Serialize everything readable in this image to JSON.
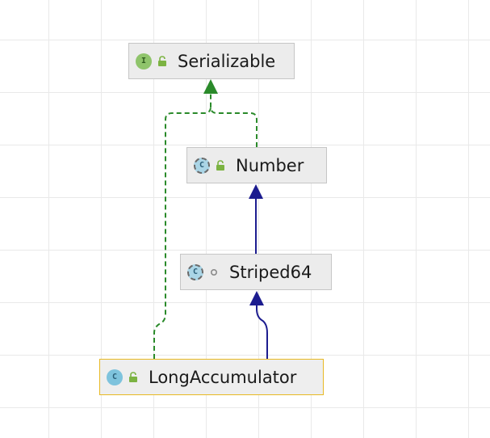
{
  "diagram": {
    "nodes": [
      {
        "id": "serializable",
        "label": "Serializable",
        "kind": "I",
        "kind_type": "interface",
        "visibility": "public"
      },
      {
        "id": "number",
        "label": "Number",
        "kind": "C",
        "kind_type": "abstract-class",
        "visibility": "public"
      },
      {
        "id": "striped64",
        "label": "Striped64",
        "kind": "C",
        "kind_type": "abstract-class",
        "visibility": "package-private"
      },
      {
        "id": "longaccumulator",
        "label": "LongAccumulator",
        "kind": "C",
        "kind_type": "class",
        "visibility": "public",
        "selected": true
      }
    ],
    "edges": [
      {
        "from": "number",
        "to": "serializable",
        "relation": "implements",
        "style": "dashed",
        "color": "#2a8a2a"
      },
      {
        "from": "longaccumulator",
        "to": "serializable",
        "relation": "implements",
        "style": "dashed",
        "color": "#2a8a2a"
      },
      {
        "from": "striped64",
        "to": "number",
        "relation": "extends",
        "style": "solid",
        "color": "#1c1c8f"
      },
      {
        "from": "longaccumulator",
        "to": "striped64",
        "relation": "extends",
        "style": "solid",
        "color": "#1c1c8f"
      }
    ],
    "colors": {
      "implements": "#2a8a2a",
      "extends": "#1c1c8f",
      "selection_border": "#e8b923",
      "node_fill": "#ececec",
      "interface_badge": "#8fc46b",
      "class_badge": "#7ec3dd",
      "lock_icon": "#7cb342"
    },
    "icons": {
      "interface": "interface-badge-icon",
      "class": "class-badge-icon",
      "abstract_class": "abstract-class-badge-icon",
      "public": "open-lock-icon",
      "package_private": "package-private-dot-icon"
    }
  }
}
